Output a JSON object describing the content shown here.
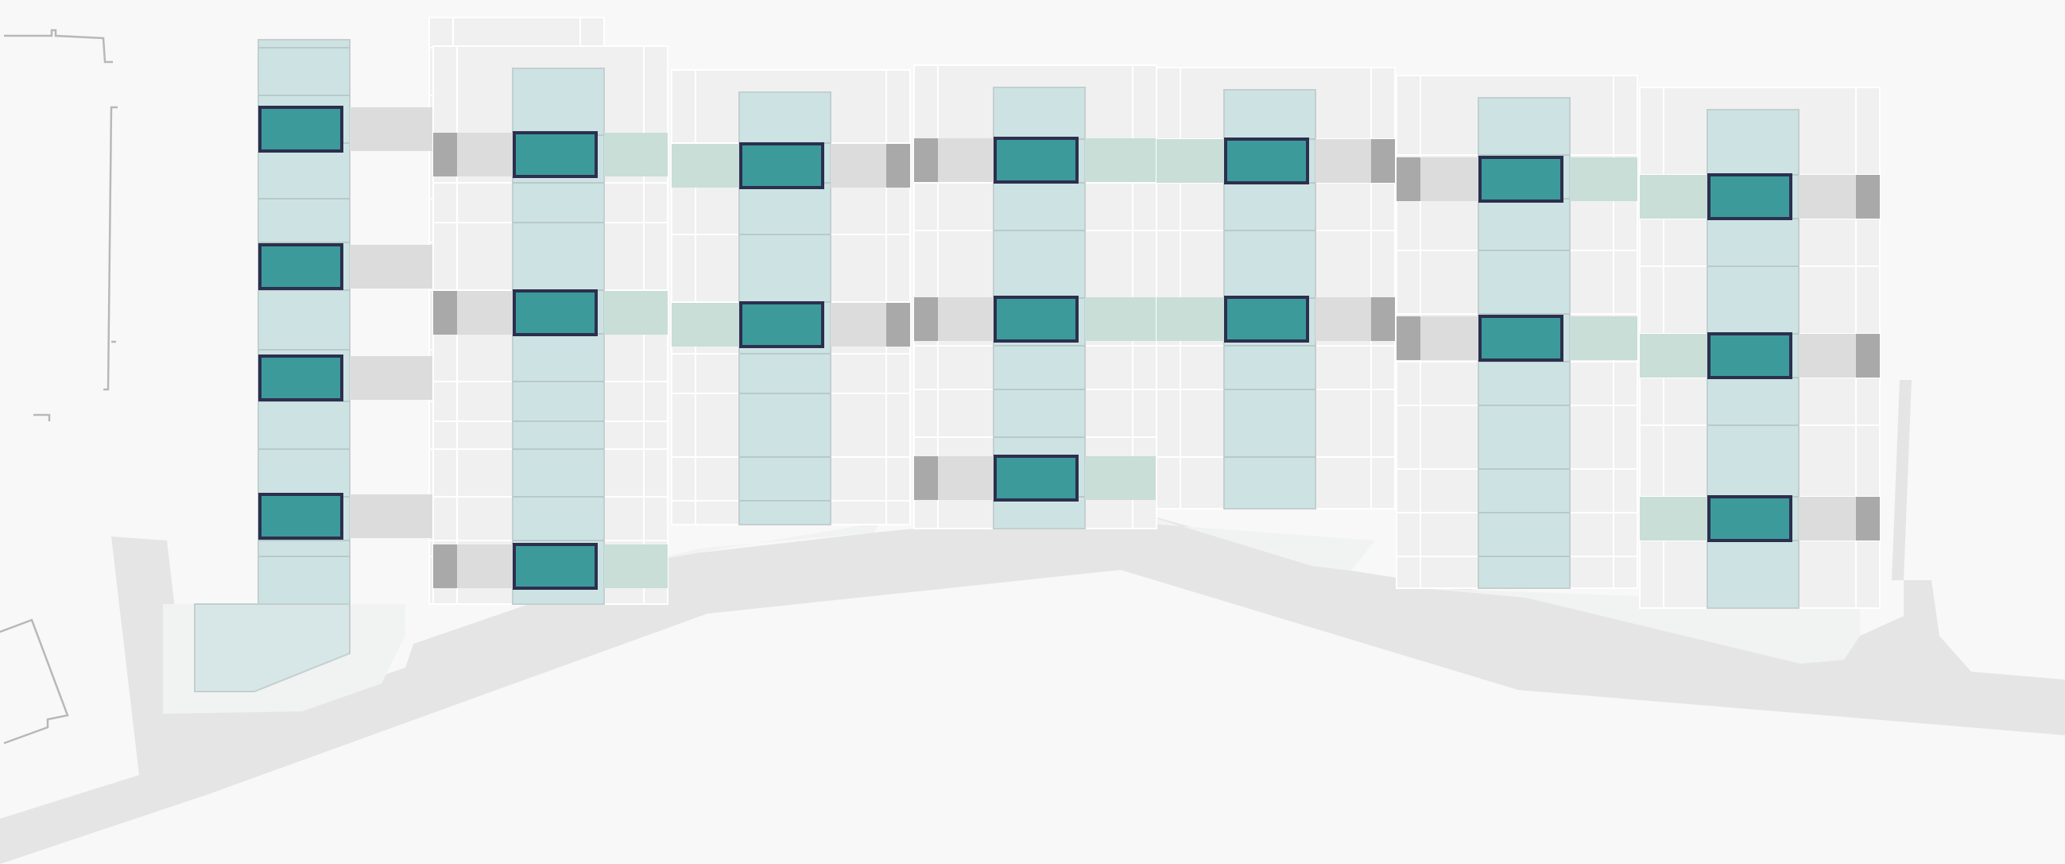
{
  "map": {
    "background": "#f8f8f8",
    "colors": {
      "road": "#e5e5e5",
      "building_strip": "#f0f0f0",
      "house_footprint": "#cde3e3",
      "garden": "#c8ded7",
      "path": "#dcdcdc",
      "gate": "#a9a9a9",
      "selected_plot_fill": "#3d9a9a",
      "selected_plot_outline": "#2c2f4e"
    },
    "blocks": [
      {
        "id": "block-1",
        "selected_plots": 4
      },
      {
        "id": "block-2",
        "selected_plots": 3
      },
      {
        "id": "block-3",
        "selected_plots": 2
      },
      {
        "id": "block-4",
        "selected_plots": 3
      },
      {
        "id": "block-5",
        "selected_plots": 2
      },
      {
        "id": "block-6",
        "selected_plots": 2
      },
      {
        "id": "block-7",
        "selected_plots": 3
      }
    ]
  }
}
